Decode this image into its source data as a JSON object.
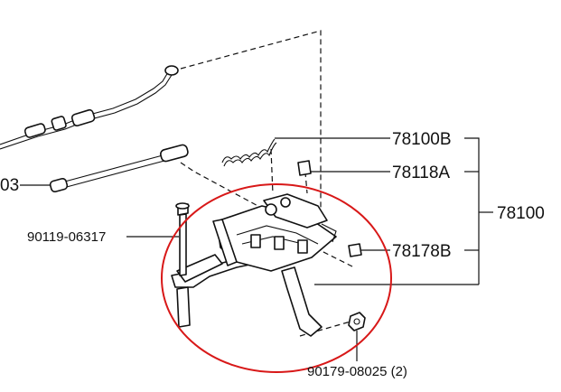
{
  "labels": {
    "p78100B": "78100B",
    "p78118A": "78118A",
    "p78100": "78100",
    "p78178B": "78178B",
    "p90119": "90119-06317",
    "p90179": "90179-08025 (2)",
    "pLeft": "03"
  },
  "colors": {
    "ink": "#111111",
    "highlight": "#d81818",
    "background": "#ffffff"
  }
}
